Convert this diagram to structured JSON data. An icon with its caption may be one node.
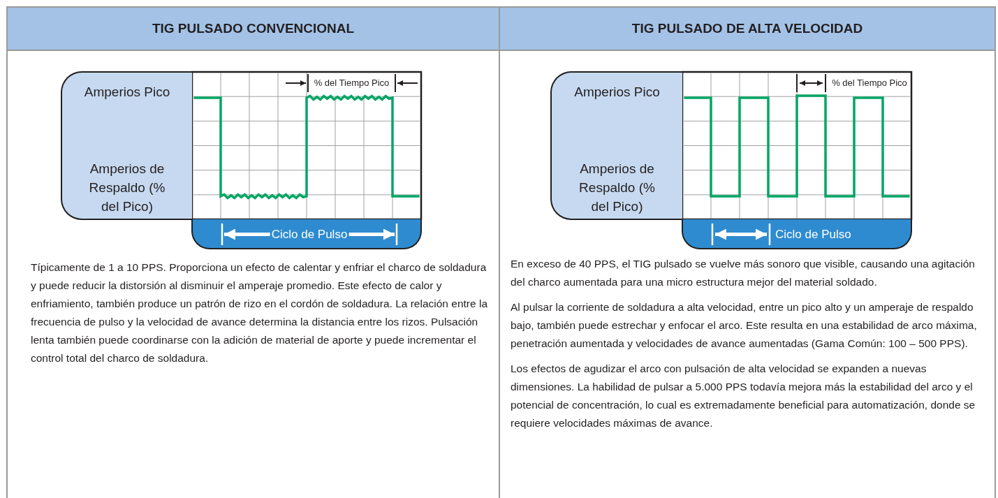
{
  "diagram": {
    "nodes": [
      {
        "text": [
          "TIG PULSADO CONVENCIONAL"
        ]
      },
      {
        "text": [
          "TIG PULSADO DE ALTA VELOCIDAD"
        ]
      },
      {
        "text": [
          "Amperios Pico",
          "Amperios de Respaldo (% del Pico)"
        ]
      },
      {
        "text": [
          "Ciclo de Pulso"
        ]
      },
      {
        "text": [
          "Amperios Pico",
          "Amperios de Respaldo (% del Pico)"
        ]
      },
      {
        "text": [
          "Ciclo de Pulso"
        ]
      }
    ],
    "labels": [
      "% del Tiempo Pico",
      "% del Tiempo Pico",
      "Típicamente de 1 a 10 PPS. Proporciona un efecto de calentar y enfriar el charco de soldadura y puede reducir la distorsión al disminuir el amperaje promedio. Este efecto de calor y enfriamiento, también produce un patrón de rizo en el cordón de soldadura. La relación entre la frecuencia de pulso y la velocidad de avance determina la distancia entre los rizos. Pulsación lenta también puede coordinarse con la adición de material de aporte y puede incrementar el control total del charco de soldadura.",
      "En exceso de 40 PPS, el TIG pulsado se vuelve más sonoro que visible, causando una agitación del charco aumentada para una micro estructura mejor del material soldado.",
      "Al pulsar la corriente de soldadura a alta velocidad, entre un pico alto y un amperaje de respaldo bajo, también puede estrechar y enfocar el arco. Este resulta en una estabilidad de arco máxima, penetración aumentada y velocidades de avance aumentadas (Gama Común: 100 – 500 PPS).",
      "Los efectos de agudizar el arco con pulsación de alta velocidad se expanden a nuevas dimensiones. La habilidad de pulsar a 5.000 PPS todavía mejora más la estabilidad del arco y el potencial de concentración, lo cual es extremadamente beneficial para automatización, donde se requiere velocidades máximas de avance."
    ]
  }
}
